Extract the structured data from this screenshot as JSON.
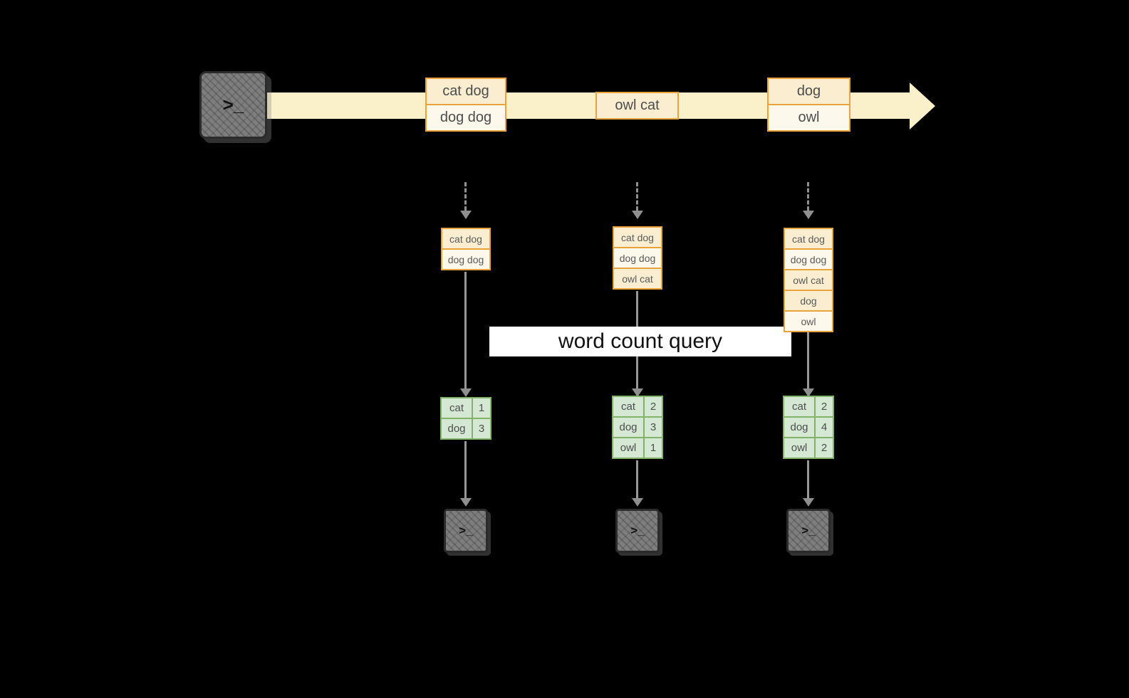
{
  "palette": {
    "background": "#000000",
    "stream_arrow": "#FAF0C9",
    "orange_border": "#E8A33D",
    "orange_fill_dark": "#FBEDCF",
    "orange_fill_light": "#FDF8EC",
    "green_border": "#82B366",
    "green_fill": "#D5E8D4",
    "banner_bg": "#FFFFFF",
    "text": "#4D4D4D"
  },
  "icons": {
    "terminal_prompt": ">_"
  },
  "query_banner": {
    "label": "word count query"
  },
  "stream": {
    "groups": [
      {
        "records": [
          "cat dog",
          "dog dog"
        ]
      },
      {
        "records": [
          "owl cat"
        ]
      },
      {
        "records": [
          "dog",
          "owl"
        ]
      }
    ]
  },
  "columns": [
    {
      "state": [
        "cat dog",
        "dog dog"
      ],
      "counts": [
        {
          "word": "cat",
          "value": "1"
        },
        {
          "word": "dog",
          "value": "3"
        }
      ]
    },
    {
      "state": [
        "cat dog",
        "dog dog",
        "owl cat"
      ],
      "counts": [
        {
          "word": "cat",
          "value": "2"
        },
        {
          "word": "dog",
          "value": "3"
        },
        {
          "word": "owl",
          "value": "1"
        }
      ]
    },
    {
      "state": [
        "cat dog",
        "dog dog",
        "owl cat",
        "dog",
        "owl"
      ],
      "counts": [
        {
          "word": "cat",
          "value": "2"
        },
        {
          "word": "dog",
          "value": "4"
        },
        {
          "word": "owl",
          "value": "2"
        }
      ]
    }
  ]
}
